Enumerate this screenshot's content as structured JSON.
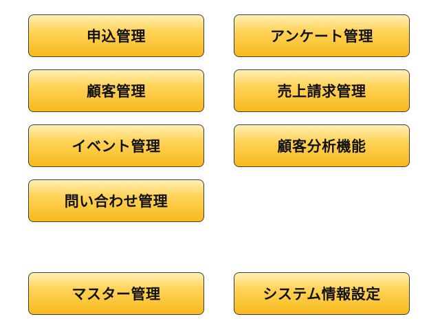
{
  "menu": {
    "application_management": "申込管理",
    "survey_management": "アンケート管理",
    "customer_management": "顧客管理",
    "sales_billing_management": "売上請求管理",
    "event_management": "イベント管理",
    "customer_analysis": "顧客分析機能",
    "inquiry_management": "問い合わせ管理",
    "master_management": "マスター管理",
    "system_settings": "システム情報設定"
  },
  "colors": {
    "button_top": "#fff0b8",
    "button_mid": "#ffd45a",
    "button_bottom": "#f7ba1c",
    "button_border": "#3a3a3a",
    "text": "#111111",
    "background": "#ffffff"
  }
}
